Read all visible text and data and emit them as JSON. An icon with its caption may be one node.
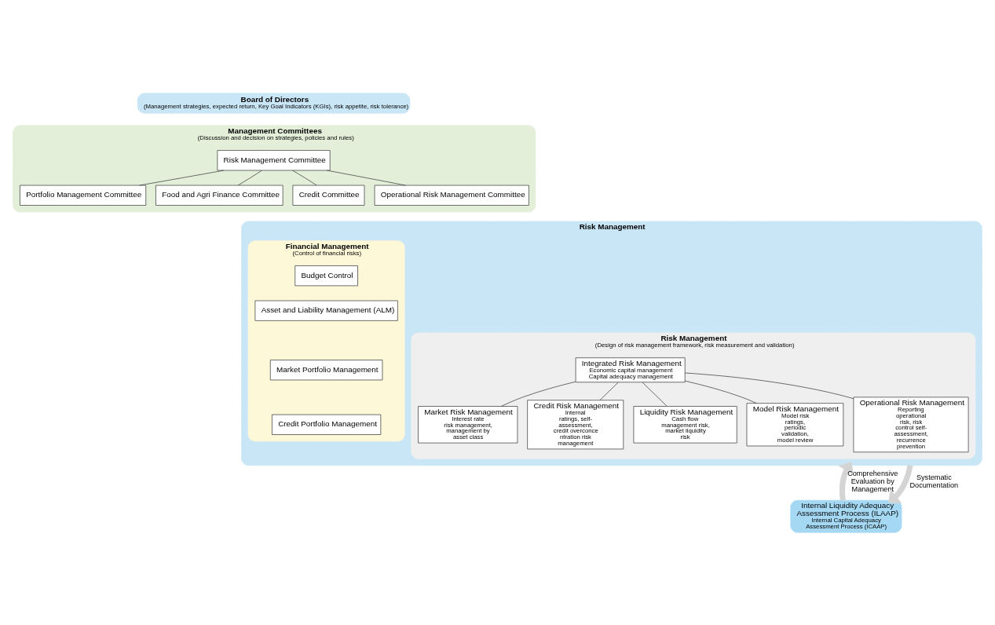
{
  "diagram": {
    "nodes": [
      {
        "text": [
          "Board of Directors",
          "(Management strategies, expected return, Key Goal Indicators (KGIs), risk appetite, risk tolerance)"
        ]
      },
      {
        "text": [
          "Management Committees",
          "(Discussion and decision on strategies, policies and rules)"
        ]
      },
      {
        "text": [
          "Risk Management Committee"
        ],
        "in": 1
      },
      {
        "text": [
          "Portfolio Management Committee"
        ],
        "in": 1
      },
      {
        "text": [
          "Food and Agri Finance Committee"
        ],
        "in": 1
      },
      {
        "text": [
          "Credit Committee"
        ],
        "in": 1
      },
      {
        "text": [
          "Operational Risk Management Committee"
        ],
        "in": 1
      },
      {
        "text": [
          "Risk Management"
        ]
      },
      {
        "text": [
          "Financial Management",
          "(Control of financial risks)"
        ],
        "in": 7
      },
      {
        "text": [
          "Budget Control"
        ],
        "in": 8
      },
      {
        "text": [
          "Asset and Liability Management (ALM)"
        ],
        "in": 8
      },
      {
        "text": [
          "Market Portfolio Management"
        ],
        "in": 8
      },
      {
        "text": [
          "Credit Portfolio Management"
        ],
        "in": 8
      },
      {
        "text": [
          "Risk Management",
          "(Design of risk management framework, risk measurement and validation)"
        ],
        "in": 7
      },
      {
        "text": [
          "Integrated Risk Management",
          "Economic capital management",
          "Capital adequacy management"
        ],
        "in": 13
      },
      {
        "text": [
          "Market Risk Management",
          "Interest rate risk management, management by asset class"
        ],
        "in": 13
      },
      {
        "text": [
          "Credit Risk Management",
          "Internal ratings, self-assessment, credit overconcentration risk management"
        ],
        "in": 13
      },
      {
        "text": [
          "Liquidity Risk Management",
          "Cash flow management risk, market liquidity risk"
        ],
        "in": 13
      },
      {
        "text": [
          "Model Risk Management",
          "Model risk ratings, periodic validation, model review"
        ],
        "in": 13
      },
      {
        "text": [
          "Operational Risk Management",
          "Reporting operational risk, risk control self-assessment, recurrence prevention"
        ],
        "in": 13
      },
      {
        "text": [
          "Internal Liquidity Adequacy Assessment Process (ILAAP)",
          "Internal Capital Adequacy Assessment Process (ICAAP)"
        ]
      }
    ],
    "edges": [
      {
        "from": 2,
        "to": 3,
        "arrow": "none"
      },
      {
        "from": 2,
        "to": 4,
        "arrow": "none"
      },
      {
        "from": 2,
        "to": 5,
        "arrow": "none"
      },
      {
        "from": 2,
        "to": 6,
        "arrow": "none"
      },
      {
        "from": 14,
        "to": 15,
        "arrow": "none"
      },
      {
        "from": 14,
        "to": 16,
        "arrow": "none"
      },
      {
        "from": 14,
        "to": 17,
        "arrow": "none"
      },
      {
        "from": 14,
        "to": 18,
        "arrow": "none"
      },
      {
        "from": 14,
        "to": 19,
        "arrow": "none"
      },
      {
        "from": 20,
        "to": 7,
        "arrow": "to",
        "label": "Comprehensive Evaluation by Management",
        "style": "thick",
        "color": "#d4d4d4"
      },
      {
        "from": 7,
        "to": 20,
        "arrow": "to",
        "label": "Systematic Documentation",
        "style": "thick",
        "color": "#d4d4d4"
      }
    ]
  }
}
